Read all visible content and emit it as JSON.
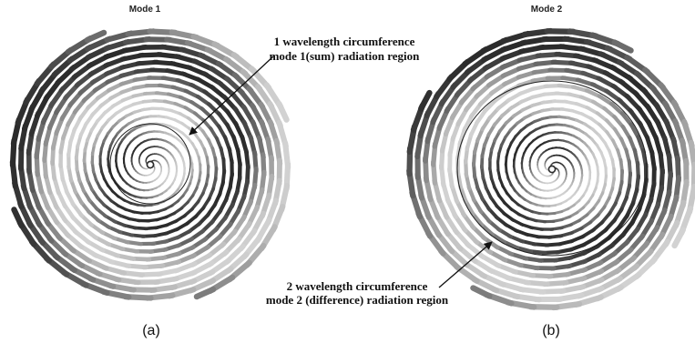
{
  "panels": [
    {
      "title": "Mode 1",
      "caption": "(a)",
      "annotation": {
        "line1": "1 wavelength circumference",
        "line2": "mode 1(sum) radiation region"
      }
    },
    {
      "title": "Mode 2",
      "caption": "(b)",
      "annotation": {
        "line1": "2 wavelength circumference",
        "line2": "mode 2 (difference) radiation region"
      }
    }
  ],
  "colors": {
    "background": "#ffffff",
    "spiral_dark": "#2b2b2b",
    "spiral_light": "#d2d2d2",
    "text": "#111111"
  },
  "figure": {
    "type": "spiral antenna current distribution",
    "arms": 4
  }
}
